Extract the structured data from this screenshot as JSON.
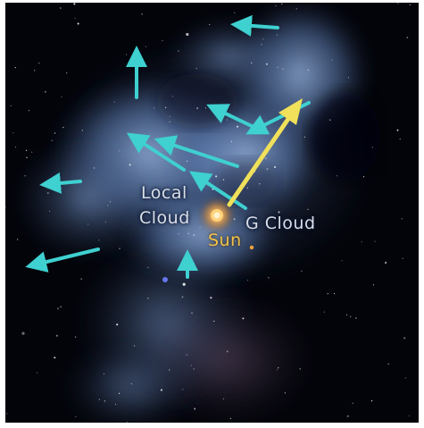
{
  "labels": {
    "local_cloud_line1": "Local",
    "local_cloud_line2": "Cloud",
    "g_cloud": "G Cloud",
    "sun": "Sun"
  },
  "colors": {
    "background": "#03040a",
    "cloud_core": "#7f9fd3",
    "cloud_edge": "#3d5a8a",
    "cyan_arrow": "#3fd0d0",
    "yellow_arrow": "#f0e05a",
    "sun_glow": "#f4a234",
    "label_text": "#d9dee8",
    "sun_label": "#f3c24a"
  },
  "icons": {
    "motion_arrow": "cyan-arrow-icon",
    "sun_motion_arrow": "yellow-arrow-icon",
    "sun": "sun-icon"
  }
}
